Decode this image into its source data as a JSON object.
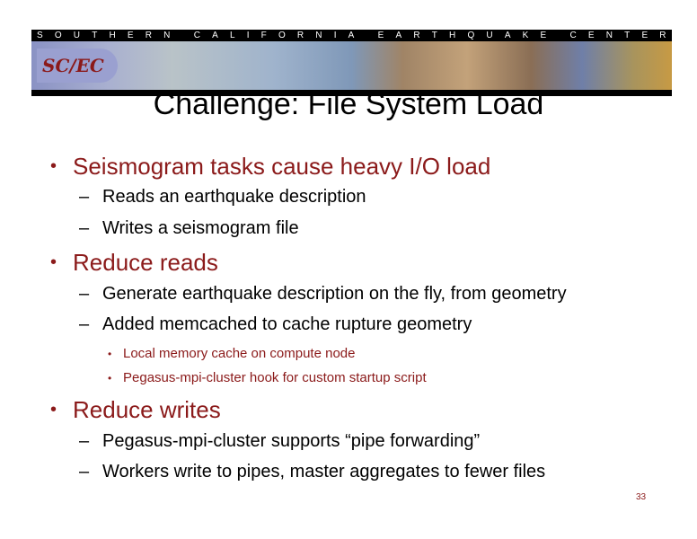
{
  "banner": {
    "org_letters": [
      "S",
      "O",
      "U",
      "T",
      "H",
      "E",
      "R",
      "N",
      " ",
      "C",
      "A",
      "L",
      "I",
      "F",
      "O",
      "R",
      "N",
      "I",
      "A",
      " ",
      "E",
      "A",
      "R",
      "T",
      "H",
      "Q",
      "U",
      "A",
      "K",
      "E",
      " ",
      "C",
      "E",
      "N",
      "T",
      "E",
      "R"
    ],
    "org_name": "SOUTHERN CALIFORNIA EARTHQUAKE CENTER",
    "logo": "SC/EC"
  },
  "title": "Challenge:  File System Load",
  "bullets": [
    {
      "text": "Seismogram tasks cause heavy I/O load",
      "subs": [
        "Reads an earthquake description",
        "Writes a seismogram file"
      ]
    },
    {
      "text": "Reduce reads",
      "subs": [
        "Generate earthquake description on the fly, from geometry",
        "Added memcached to cache rupture geometry"
      ],
      "subsubs": [
        "Local memory cache on compute node",
        "Pegasus-mpi-cluster hook for custom startup script"
      ]
    },
    {
      "text": "Reduce writes",
      "subs": [
        "Pegasus-mpi-cluster supports “pipe forwarding”",
        "Workers write to pipes, master aggregates to fewer files"
      ]
    }
  ],
  "page_number": "33",
  "colors": {
    "accent": "#8b1a1a"
  }
}
